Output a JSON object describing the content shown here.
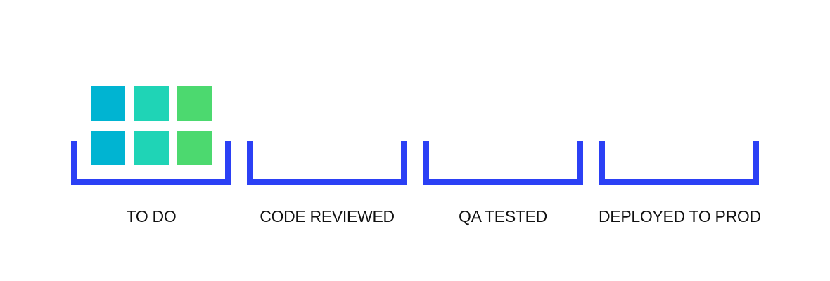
{
  "pipeline": {
    "stages": [
      {
        "label": "TO DO"
      },
      {
        "label": "CODE REVIEWED"
      },
      {
        "label": "QA TESTED"
      },
      {
        "label": "DEPLOYED TO PROD"
      }
    ],
    "cards": {
      "row_1": [
        "#00b4d2",
        "#1fd4b6",
        "#4cd96f"
      ],
      "row_2": [
        "#00b4d2",
        "#1fd4b6",
        "#4cd96f"
      ]
    },
    "colors": {
      "bracket": "#2b40f5",
      "label_text": "#111111"
    }
  }
}
